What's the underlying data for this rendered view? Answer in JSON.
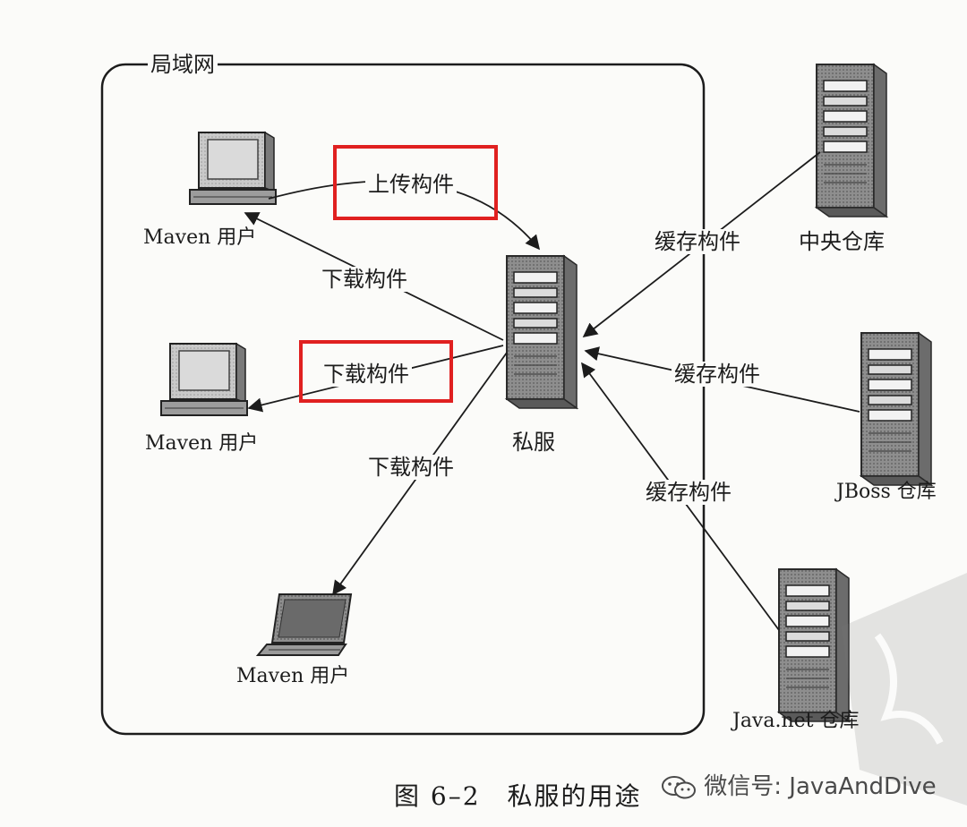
{
  "lan_label": "局域网",
  "private_server_label": "私服",
  "upload_label": "上传构件",
  "download_labels": [
    "下载构件",
    "下载构件",
    "下载构件"
  ],
  "cache_labels": [
    "缓存构件",
    "缓存构件",
    "缓存构件"
  ],
  "maven_users": [
    "Maven 用户",
    "Maven 用户",
    "Maven 用户"
  ],
  "repos": [
    "中央仓库",
    "JBoss 仓库",
    "Java.net 仓库"
  ],
  "caption": "图 6–2　私服的用途",
  "watermark": "微信号: JavaAndDive",
  "colors": {
    "highlight": "#e02020",
    "ink": "#1c1c1c",
    "server_gray": "#8a8a8a"
  }
}
